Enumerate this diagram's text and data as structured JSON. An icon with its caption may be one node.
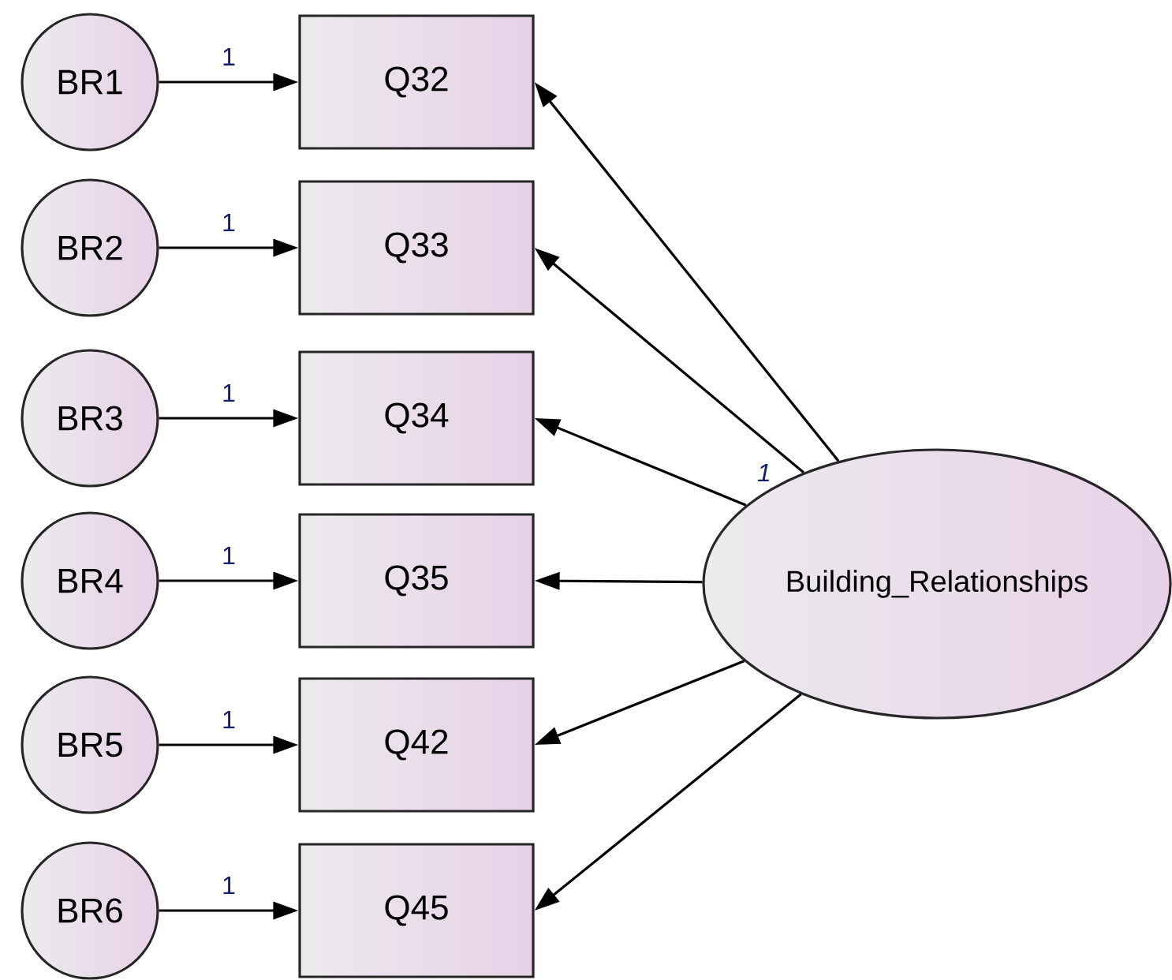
{
  "diagram": {
    "nodes": [
      {
        "text": [
          "BR1"
        ]
      },
      {
        "text": [
          "BR2"
        ]
      },
      {
        "text": [
          "BR3"
        ]
      },
      {
        "text": [
          "BR4"
        ]
      },
      {
        "text": [
          "BR5"
        ]
      },
      {
        "text": [
          "BR6"
        ]
      },
      {
        "text": [
          "Q32"
        ]
      },
      {
        "text": [
          "Q33"
        ]
      },
      {
        "text": [
          "Q34"
        ]
      },
      {
        "text": [
          "Q35"
        ]
      },
      {
        "text": [
          "Q42"
        ]
      },
      {
        "text": [
          "Q45"
        ]
      },
      {
        "text": [
          "Building_Relationships"
        ]
      }
    ],
    "edges": [
      {
        "from": 0,
        "to": 6,
        "arrow": "to",
        "label": "1"
      },
      {
        "from": 1,
        "to": 7,
        "arrow": "to",
        "label": "1"
      },
      {
        "from": 2,
        "to": 8,
        "arrow": "to",
        "label": "1"
      },
      {
        "from": 3,
        "to": 9,
        "arrow": "to",
        "label": "1"
      },
      {
        "from": 4,
        "to": 10,
        "arrow": "to",
        "label": "1"
      },
      {
        "from": 5,
        "to": 11,
        "arrow": "to",
        "label": "1"
      },
      {
        "from": 12,
        "to": 6,
        "arrow": "to"
      },
      {
        "from": 12,
        "to": 7,
        "arrow": "to"
      },
      {
        "from": 12,
        "to": 8,
        "arrow": "to",
        "label": "1"
      },
      {
        "from": 12,
        "to": 9,
        "arrow": "to"
      },
      {
        "from": 12,
        "to": 10,
        "arrow": "to"
      },
      {
        "from": 12,
        "to": 11,
        "arrow": "to"
      }
    ]
  }
}
